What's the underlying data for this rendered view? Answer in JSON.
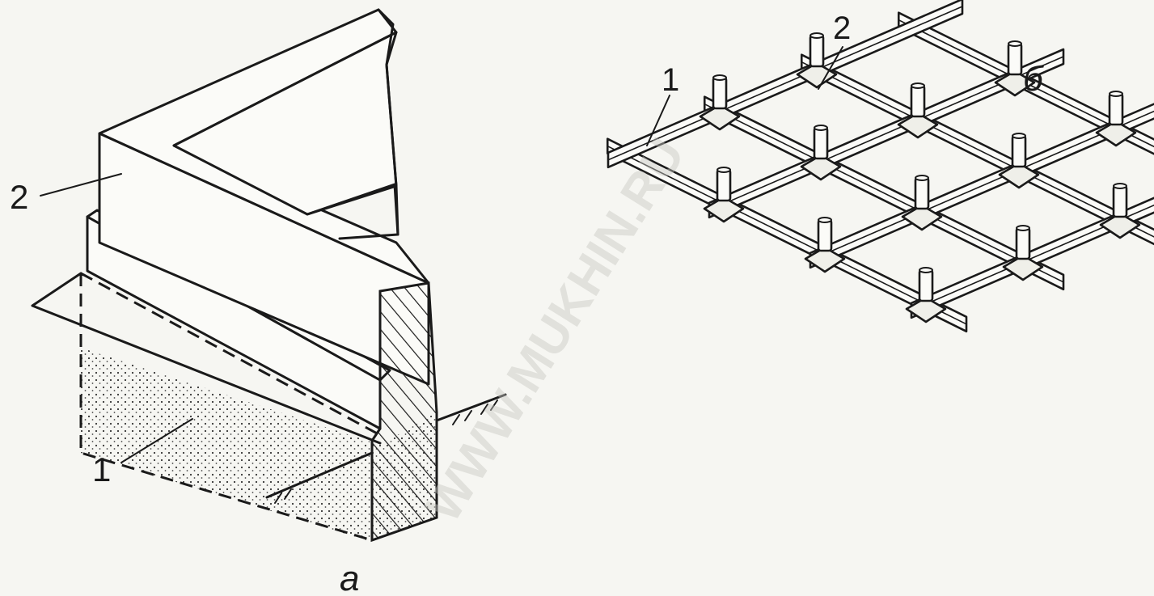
{
  "diagram": {
    "left": {
      "caption": "а",
      "callouts": [
        {
          "id": "2",
          "text": "2"
        },
        {
          "id": "1",
          "text": "1"
        }
      ]
    },
    "right": {
      "caption": "б",
      "callouts": [
        {
          "id": "1",
          "text": "1"
        },
        {
          "id": "2",
          "text": "2"
        }
      ]
    },
    "watermark": "WWW.MUKHIN.RU"
  }
}
